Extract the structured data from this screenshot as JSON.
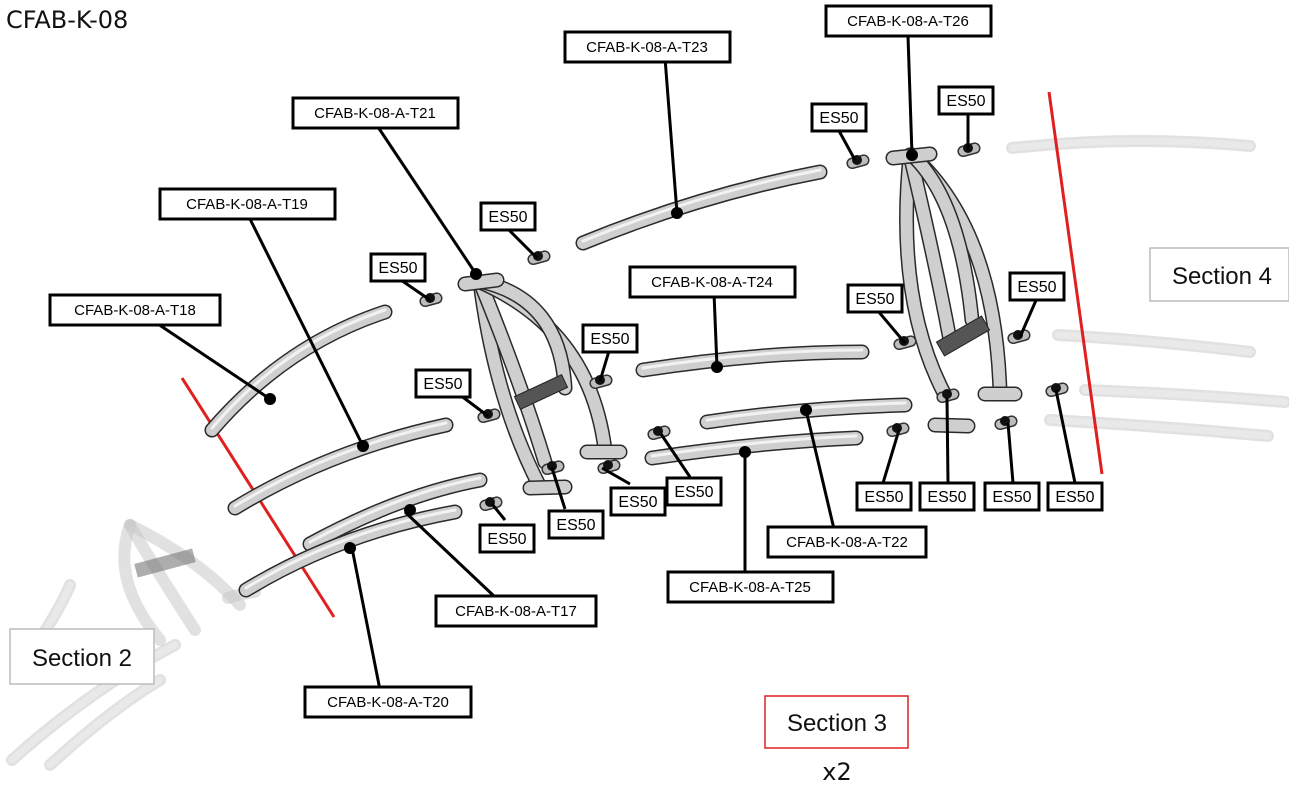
{
  "header": {
    "title": "CFAB-K-08"
  },
  "sections": {
    "left": "Section 2",
    "center": "Section 3",
    "right": "Section 4"
  },
  "quantity": "x2",
  "colors": {
    "section_divider": "#e02020",
    "tube": "#cfcfcf",
    "leader": "#000000"
  },
  "parts": [
    {
      "id": "t17",
      "label": "CFAB-K-08-A-T17"
    },
    {
      "id": "t18",
      "label": "CFAB-K-08-A-T18"
    },
    {
      "id": "t19",
      "label": "CFAB-K-08-A-T19"
    },
    {
      "id": "t20",
      "label": "CFAB-K-08-A-T20"
    },
    {
      "id": "t21",
      "label": "CFAB-K-08-A-T21"
    },
    {
      "id": "t22",
      "label": "CFAB-K-08-A-T22"
    },
    {
      "id": "t23",
      "label": "CFAB-K-08-A-T23"
    },
    {
      "id": "t24",
      "label": "CFAB-K-08-A-T24"
    },
    {
      "id": "t25",
      "label": "CFAB-K-08-A-T25"
    },
    {
      "id": "t26",
      "label": "CFAB-K-08-A-T26"
    }
  ],
  "connector_label": "ES50"
}
